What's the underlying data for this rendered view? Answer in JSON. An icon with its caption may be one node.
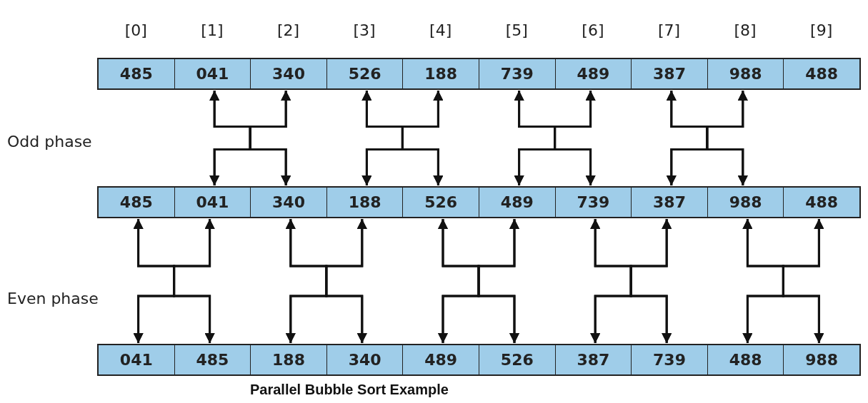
{
  "diagram": {
    "caption": "Parallel Bubble Sort Example",
    "nodes": [
      {
        "text": [
          "485"
        ]
      },
      {
        "text": [
          "041"
        ]
      },
      {
        "text": [
          "340"
        ]
      },
      {
        "text": [
          "526"
        ]
      },
      {
        "text": [
          "188"
        ]
      },
      {
        "text": [
          "739"
        ]
      },
      {
        "text": [
          "489"
        ]
      },
      {
        "text": [
          "387"
        ]
      },
      {
        "text": [
          "988"
        ]
      },
      {
        "text": [
          "488"
        ]
      },
      {
        "text": [
          "485"
        ]
      },
      {
        "text": [
          "041"
        ]
      },
      {
        "text": [
          "340"
        ]
      },
      {
        "text": [
          "188"
        ]
      },
      {
        "text": [
          "526"
        ]
      },
      {
        "text": [
          "489"
        ]
      },
      {
        "text": [
          "739"
        ]
      },
      {
        "text": [
          "387"
        ]
      },
      {
        "text": [
          "988"
        ]
      },
      {
        "text": [
          "488"
        ]
      },
      {
        "text": [
          "041"
        ]
      },
      {
        "text": [
          "485"
        ]
      },
      {
        "text": [
          "188"
        ]
      },
      {
        "text": [
          "340"
        ]
      },
      {
        "text": [
          "489"
        ]
      },
      {
        "text": [
          "526"
        ]
      },
      {
        "text": [
          "387"
        ]
      },
      {
        "text": [
          "739"
        ]
      },
      {
        "text": [
          "488"
        ]
      },
      {
        "text": [
          "988"
        ]
      }
    ],
    "edges": [
      {
        "from": 1,
        "to": 11,
        "arrow": "both"
      },
      {
        "from": 1,
        "to": 12,
        "arrow": "both"
      },
      {
        "from": 2,
        "to": 11,
        "arrow": "both"
      },
      {
        "from": 2,
        "to": 12,
        "arrow": "both"
      },
      {
        "from": 3,
        "to": 13,
        "arrow": "both"
      },
      {
        "from": 3,
        "to": 14,
        "arrow": "both"
      },
      {
        "from": 4,
        "to": 13,
        "arrow": "both"
      },
      {
        "from": 4,
        "to": 14,
        "arrow": "both"
      },
      {
        "from": 5,
        "to": 15,
        "arrow": "both"
      },
      {
        "from": 5,
        "to": 16,
        "arrow": "both"
      },
      {
        "from": 6,
        "to": 15,
        "arrow": "both"
      },
      {
        "from": 6,
        "to": 16,
        "arrow": "both"
      },
      {
        "from": 7,
        "to": 17,
        "arrow": "both"
      },
      {
        "from": 7,
        "to": 18,
        "arrow": "both"
      },
      {
        "from": 8,
        "to": 17,
        "arrow": "both"
      },
      {
        "from": 8,
        "to": 18,
        "arrow": "both"
      },
      {
        "from": 10,
        "to": 20,
        "arrow": "both"
      },
      {
        "from": 10,
        "to": 21,
        "arrow": "both"
      },
      {
        "from": 11,
        "to": 20,
        "arrow": "both"
      },
      {
        "from": 11,
        "to": 21,
        "arrow": "both"
      },
      {
        "from": 12,
        "to": 22,
        "arrow": "both"
      },
      {
        "from": 12,
        "to": 23,
        "arrow": "both"
      },
      {
        "from": 13,
        "to": 22,
        "arrow": "both"
      },
      {
        "from": 13,
        "to": 23,
        "arrow": "both"
      },
      {
        "from": 14,
        "to": 24,
        "arrow": "both"
      },
      {
        "from": 14,
        "to": 25,
        "arrow": "both"
      },
      {
        "from": 15,
        "to": 24,
        "arrow": "both"
      },
      {
        "from": 15,
        "to": 25,
        "arrow": "both"
      },
      {
        "from": 16,
        "to": 26,
        "arrow": "both"
      },
      {
        "from": 16,
        "to": 27,
        "arrow": "both"
      },
      {
        "from": 17,
        "to": 26,
        "arrow": "both"
      },
      {
        "from": 17,
        "to": 27,
        "arrow": "both"
      },
      {
        "from": 18,
        "to": 28,
        "arrow": "both"
      },
      {
        "from": 18,
        "to": 29,
        "arrow": "both"
      },
      {
        "from": 19,
        "to": 28,
        "arrow": "both"
      },
      {
        "from": 19,
        "to": 29,
        "arrow": "both"
      }
    ],
    "labels": [
      "[0]",
      "[1]",
      "[2]",
      "[3]",
      "[4]",
      "[5]",
      "[6]",
      "[7]",
      "[8]",
      "[9]",
      "Odd phase",
      "Even phase"
    ]
  }
}
